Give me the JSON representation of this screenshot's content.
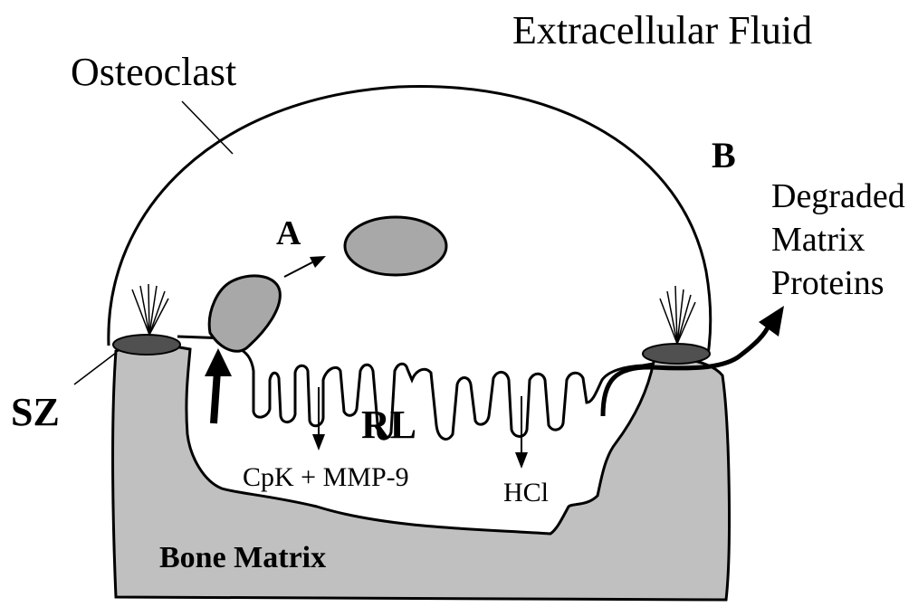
{
  "labels": {
    "extracellular_fluid": "Extracellular Fluid",
    "osteoclast": "Osteoclast",
    "b": "B",
    "degraded_line1": "Degraded",
    "degraded_line2": "Matrix",
    "degraded_line3": "Proteins",
    "a": "A",
    "sz": "SZ",
    "rl": "RL",
    "cpk_mmp9": "CpK + MMP-9",
    "hcl": "HCl",
    "bone_matrix": "Bone Matrix"
  },
  "colors": {
    "bone": "#c0c0c0",
    "vesicle": "#a8a8a8",
    "sealing_zone": "#505050",
    "stroke": "#000000",
    "background": "#ffffff"
  }
}
